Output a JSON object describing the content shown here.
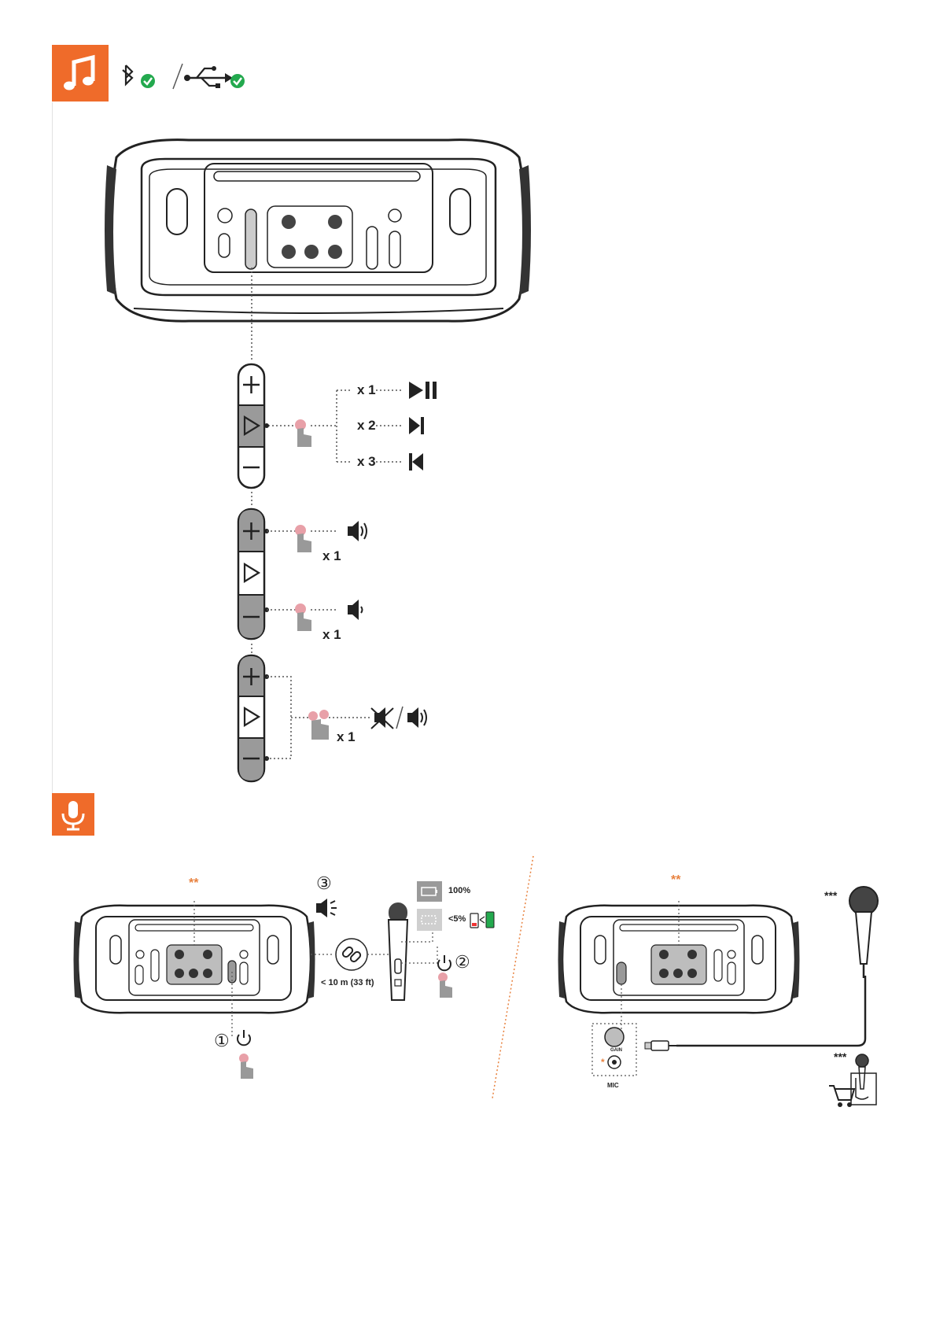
{
  "sections": {
    "music": {
      "icon": "music-note-icon",
      "sources": [
        "bluetooth-icon",
        "usb-icon"
      ],
      "check_color": "#23a94e"
    },
    "microphone": {
      "icon": "microphone-icon"
    }
  },
  "play_controls": {
    "x1_label": "x 1",
    "x2_label": "x 2",
    "x3_label": "x 3",
    "x1_action": "play-pause-icon",
    "x2_action": "next-track-icon",
    "x3_action": "previous-track-icon"
  },
  "volume_controls": {
    "up_label": "x 1",
    "down_label": "x 1",
    "mute_label": "x 1"
  },
  "wireless_mic": {
    "step1": "①",
    "step2": "②",
    "step3": "③",
    "distance": "< 10 m (33 ft)",
    "battery_full": "100%",
    "battery_low": "<5%",
    "marker": "**"
  },
  "wired_mic": {
    "marker_top": "**",
    "marker_mic": "***",
    "marker_mic2": "***",
    "gain_label": "GAIN",
    "mic_label": "MIC",
    "marker_star": "*"
  },
  "colors": {
    "accent": "#ef6b2a",
    "highlight": "#e8a0a8",
    "button_grey": "#9a9a9a"
  }
}
